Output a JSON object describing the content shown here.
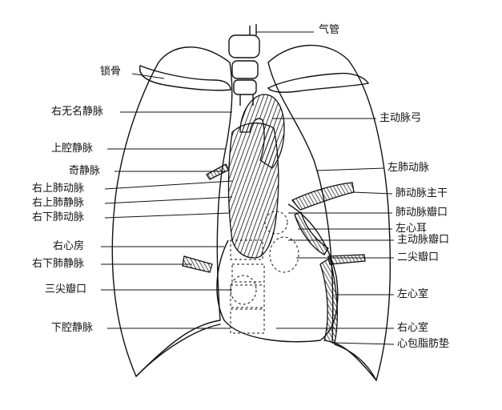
{
  "labels": {
    "trachea": "气管",
    "clavicle": "锁骨",
    "right_brachiocephalic_vein": "右无名静脉",
    "aortic_arch": "主动脉弓",
    "superior_vena_cava": "上腔静脉",
    "left_pulmonary_artery": "左肺动脉",
    "azygos_vein": "奇静脉",
    "right_upper_pulmonary_artery": "右上肺动脉",
    "right_upper_pulmonary_vein": "右上肺静脉",
    "pulmonary_trunk": "肺动脉主干",
    "right_lower_pulmonary_artery": "右下肺动脉",
    "pulmonary_valve": "肺动脉瓣口",
    "left_auricle": "左心耳",
    "right_atrium": "右心房",
    "aortic_valve": "主动脉瓣口",
    "mitral_valve": "二尖瓣口",
    "right_lower_pulmonary_vein": "右下肺静脉",
    "tricuspid_valve": "三尖瓣口",
    "left_ventricle": "左心室",
    "inferior_vena_cava": "下腔静脉",
    "right_ventricle": "右心室",
    "pericardial_fat_pad": "心包脂肪垫"
  }
}
